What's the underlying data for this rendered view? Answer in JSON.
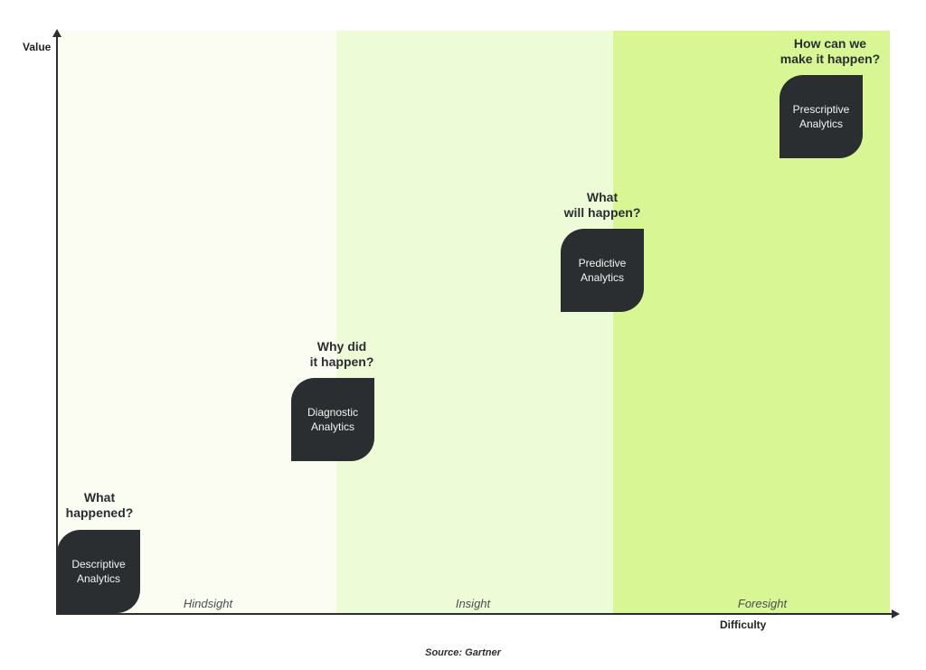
{
  "axes": {
    "y_label": "Value",
    "x_label": "Difficulty"
  },
  "bands": [
    {
      "label": "Hindsight",
      "color": "#fbfdf3"
    },
    {
      "label": "Insight",
      "color": "#eefbd7"
    },
    {
      "label": "Foresight",
      "color": "#d8f694"
    }
  ],
  "stages": [
    {
      "question_line1": "What",
      "question_line2": "happened?",
      "name_line1": "Descriptive",
      "name_line2": "Analytics"
    },
    {
      "question_line1": "Why did",
      "question_line2": "it happen?",
      "name_line1": "Diagnostic",
      "name_line2": "Analytics"
    },
    {
      "question_line1": "What",
      "question_line2": "will happen?",
      "name_line1": "Predictive",
      "name_line2": "Analytics"
    },
    {
      "question_line1": "How can we",
      "question_line2": "make it happen?",
      "name_line1": "Prescriptive",
      "name_line2": "Analytics"
    }
  ],
  "source": "Source: Gartner",
  "colors": {
    "card": "#2a2e30",
    "axis": "#2b2f31"
  }
}
